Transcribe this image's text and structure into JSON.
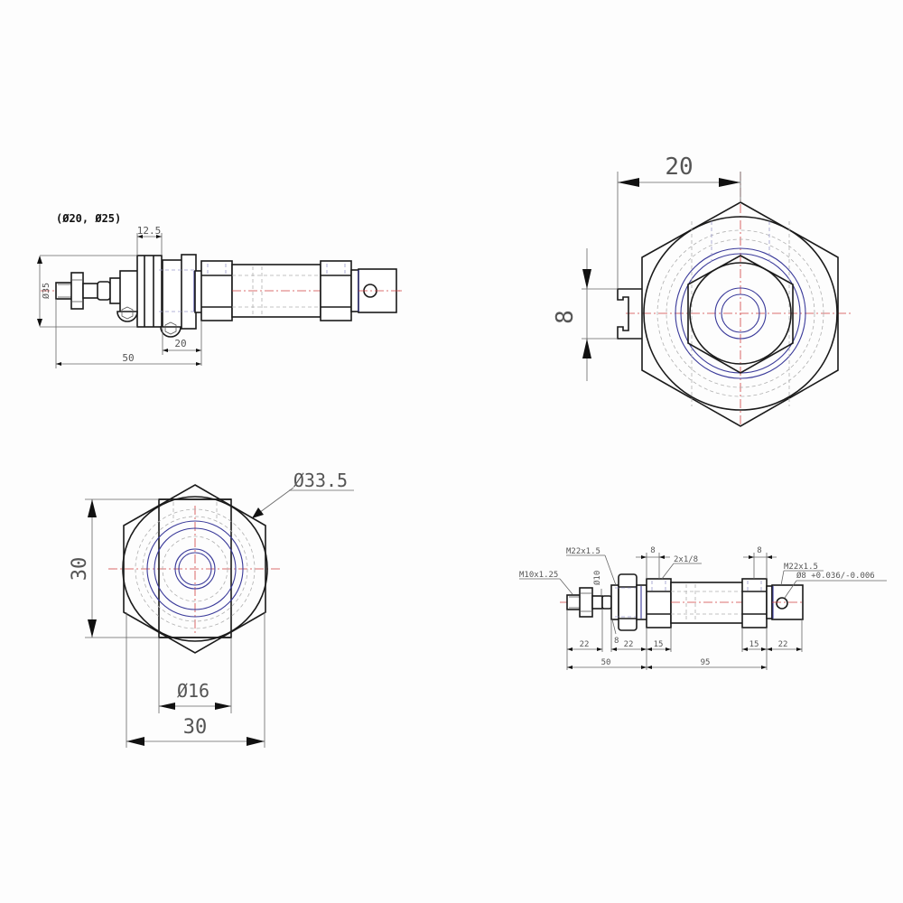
{
  "drawing": {
    "title": "Mini pneumatic cylinder dimension drawing",
    "views": {
      "side_view_small": {
        "bore_note": "(Ø20, Ø25)",
        "dims": {
          "flange_width": "12.5",
          "diameter": "Ø35",
          "nut_offset": "20",
          "front_length": "50"
        }
      },
      "end_view_rail": {
        "dims": {
          "width": "20",
          "height": "8"
        }
      },
      "end_view_front": {
        "dims": {
          "outer_diameter": "Ø33.5",
          "height": "30",
          "inner_diameter": "Ø16",
          "width": "30"
        }
      },
      "side_view_detailed": {
        "labels": {
          "front_thread": "M22x1.5",
          "rod_thread": "M10x1.25",
          "rod_diameter": "Ø10",
          "port": "2x1/8",
          "rear_thread": "M22x1.5",
          "pin_hole": "Ø8 +0.036/-0.006",
          "wrench_flat": "8"
        },
        "dims": {
          "port_width_front": "8",
          "port_width_rear": "8",
          "rod_length": "22",
          "nut_length": "22",
          "front_cap": "15",
          "rear_cap": "15",
          "rear_clevis": "22",
          "front_total": "50",
          "body_length": "95"
        }
      }
    }
  }
}
